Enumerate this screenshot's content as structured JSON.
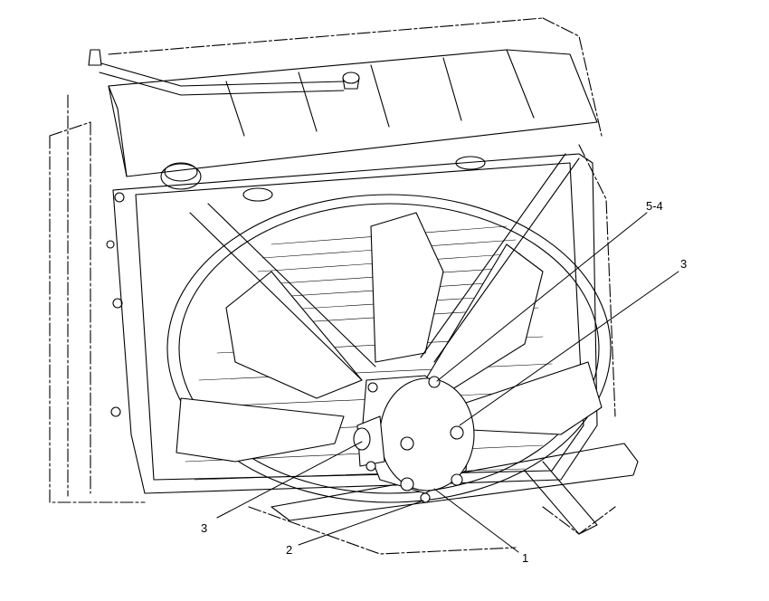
{
  "callouts": {
    "c_5_4": "5-4",
    "c_3_right": "3",
    "c_3_left": "3",
    "c_2": "2",
    "c_1": "1"
  }
}
